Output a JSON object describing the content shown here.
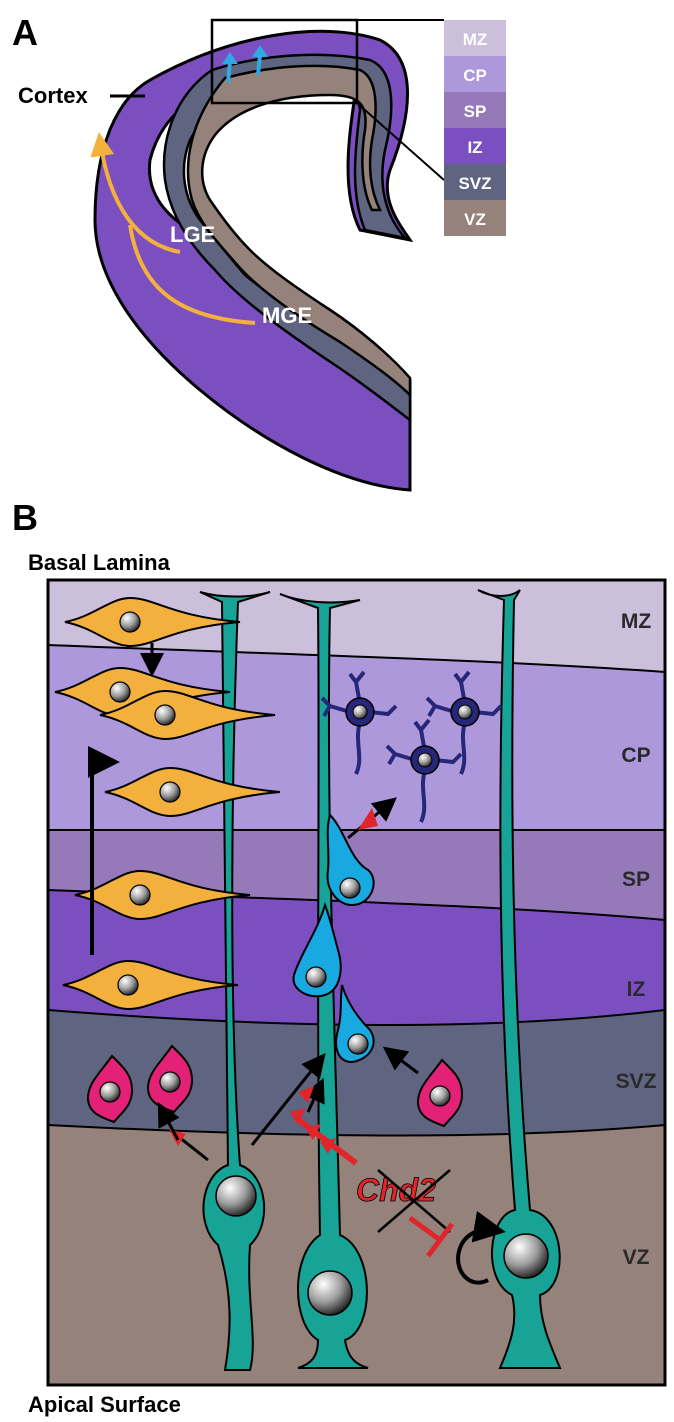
{
  "panel_a": {
    "letter": "A",
    "cortex_label": "Cortex",
    "lge_label": "LGE",
    "mge_label": "MGE",
    "legend": [
      {
        "label": "MZ",
        "color": "#cbbfdc"
      },
      {
        "label": "CP",
        "color": "#ad98db"
      },
      {
        "label": "SP",
        "color": "#9679b9"
      },
      {
        "label": "IZ",
        "color": "#7c4fc1"
      },
      {
        "label": "SVZ",
        "color": "#5f6580"
      },
      {
        "label": "VZ",
        "color": "#95827a"
      }
    ]
  },
  "panel_b": {
    "letter": "B",
    "top_label": "Basal Lamina",
    "bottom_label": "Apical Surface",
    "layers": [
      {
        "label": "MZ",
        "color": "#cbbfdc"
      },
      {
        "label": "CP",
        "color": "#ad98db"
      },
      {
        "label": "SP",
        "color": "#9679b9"
      },
      {
        "label": "IZ",
        "color": "#7c4fc1"
      },
      {
        "label": "SVZ",
        "color": "#5f6580"
      },
      {
        "label": "VZ",
        "color": "#95827a"
      }
    ],
    "gene_label": "Chd2"
  },
  "colors": {
    "radial_glia": "#17a396",
    "interneuron": "#f3b03c",
    "intermediate_progenitor": "#19a9e1",
    "neuron": "#27277a",
    "outer_rg": "#e32176",
    "migration_arrow": "#f3b03c",
    "cortex_arrow": "#2fa8e3",
    "inhibit": "#e0252b"
  }
}
